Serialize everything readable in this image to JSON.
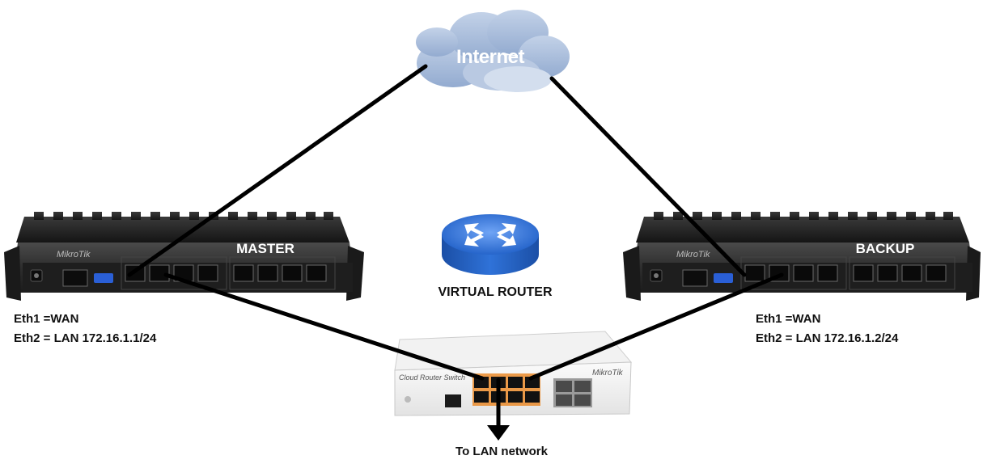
{
  "internet": {
    "label": "Internet",
    "icon": "cloud-icon"
  },
  "master": {
    "name": "MASTER",
    "brand": "MikroTik",
    "eth1": "Eth1 =WAN",
    "eth2": "Eth2 = LAN 172.16.1.1/24"
  },
  "backup": {
    "name": "BACKUP",
    "brand": "MikroTik",
    "eth1": "Eth1 =WAN",
    "eth2": "Eth2 = LAN 172.16.1.2/24"
  },
  "virtual_router": {
    "label": "VIRTUAL ROUTER",
    "icon": "router-icon"
  },
  "switch": {
    "title": "Cloud Router Switch",
    "brand": "MikroTik"
  },
  "lan": {
    "label": "To LAN network"
  },
  "colors": {
    "cloud": "#a9bedb",
    "cloud_dark": "#8fa8cc",
    "router_blue": "#2d6fd6",
    "device_body": "#2b2b2b",
    "port_orange": "#e98a2a",
    "link": "#000000"
  }
}
